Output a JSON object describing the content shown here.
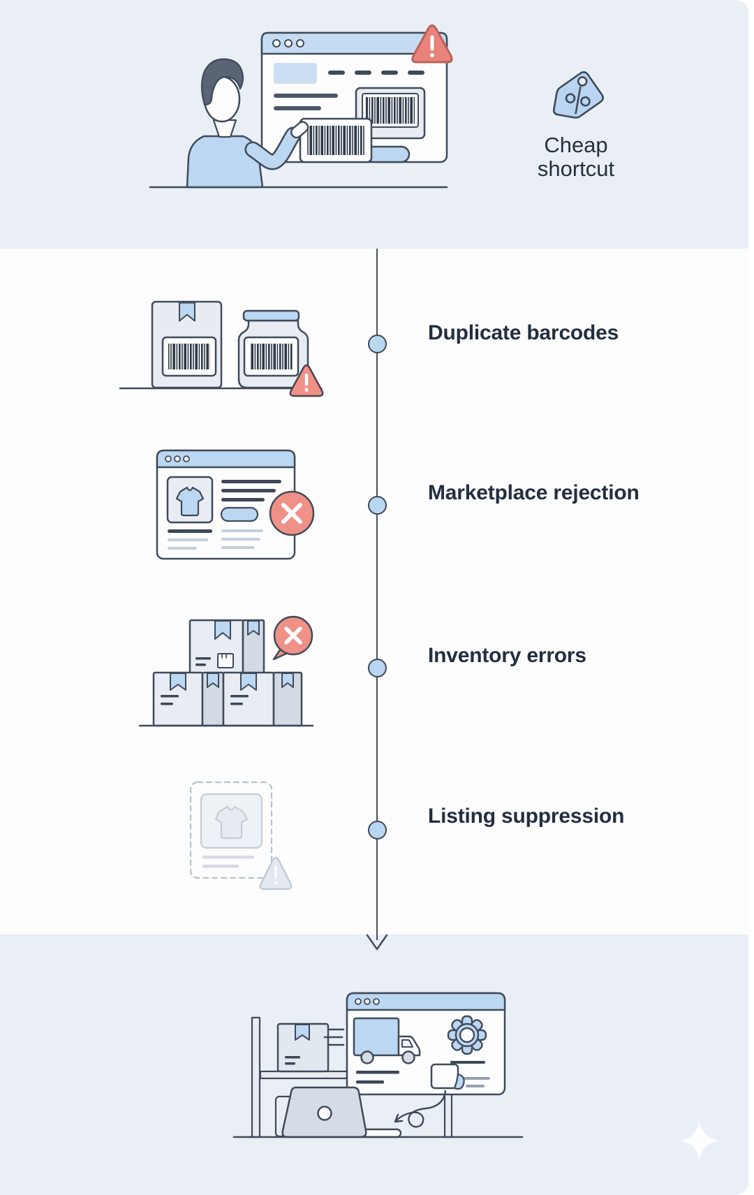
{
  "meta": {
    "type": "infographic",
    "topic": "Risks of cheap barcode shortcuts"
  },
  "top": {
    "tag_label": "Cheap shortcut",
    "tag_icon": "discount-tag-icon",
    "warning_icon": "warning-triangle-icon",
    "scene": "person-pointing-at-barcode-listing-browser"
  },
  "timeline": {
    "items": [
      {
        "label": "Duplicate barcodes",
        "icon": "box-and-jar-duplicate-barcodes-illustration"
      },
      {
        "label": "Marketplace rejection",
        "icon": "rejected-product-listing-illustration"
      },
      {
        "label": "Inventory errors",
        "icon": "stacked-boxes-error-illustration"
      },
      {
        "label": "Listing suppression",
        "icon": "suppressed-listing-illustration"
      }
    ]
  },
  "bottom": {
    "scene": "seller-desk-relisting-illustration",
    "sparkle_icon": "sparkle-icon"
  },
  "colors": {
    "background": "#e9eff5",
    "panel": "#fdfdfe",
    "outline": "#3f4a5a",
    "accent_blue": "#bcd7f2",
    "alert_salmon": "#ee9086",
    "text": "#232e3f"
  }
}
